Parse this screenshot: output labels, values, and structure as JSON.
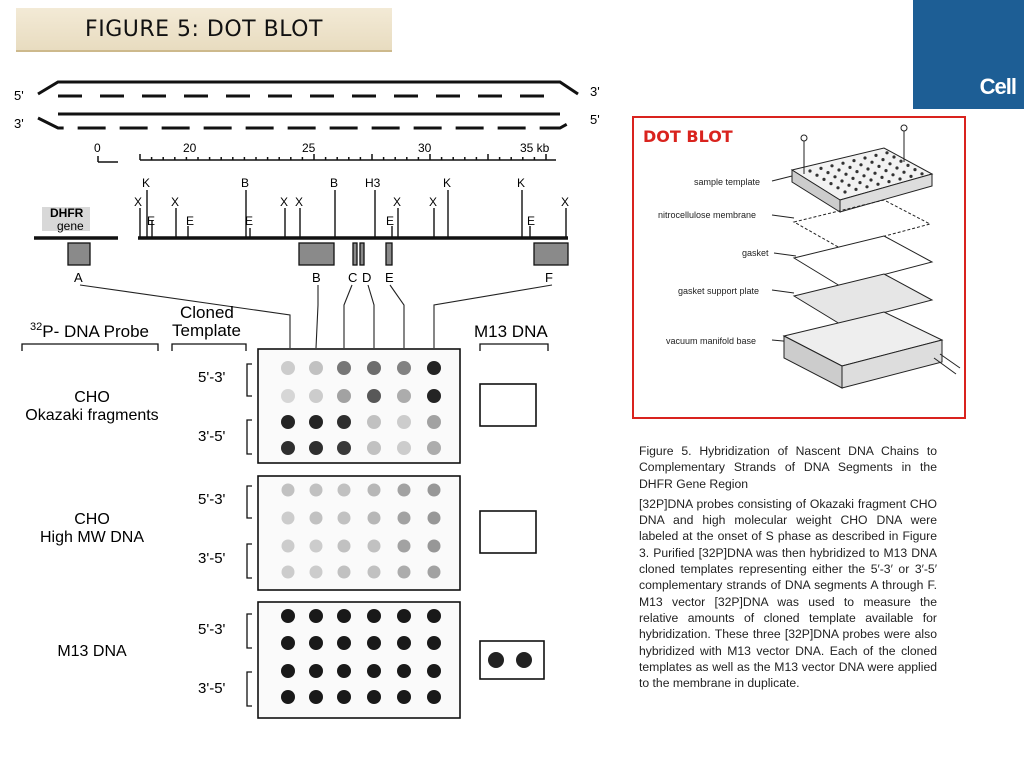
{
  "slide": {
    "title": "FIGURE 5: DOT BLOT",
    "logo_text": "Cell",
    "accent_color": "#d9231e",
    "logo_color": "#1d5e95"
  },
  "map": {
    "end5_top": "5'",
    "end3_top": "3'",
    "end3_bottom": "3'",
    "end5_bottom": "5'",
    "scale_ticks": [
      "0",
      "20",
      "25",
      "30",
      "35 kb"
    ],
    "gene_label_line1": "DHFR",
    "gene_label_line2": "gene",
    "sites": [
      {
        "label": "K"
      },
      {
        "label": "X"
      },
      {
        "label": "E"
      },
      {
        "label": "X"
      },
      {
        "label": "E"
      },
      {
        "label": "B"
      },
      {
        "label": "E"
      },
      {
        "label": "X"
      },
      {
        "label": "X"
      },
      {
        "label": "B"
      },
      {
        "label": "H3"
      },
      {
        "label": "E"
      },
      {
        "label": "X"
      },
      {
        "label": "X"
      },
      {
        "label": "K"
      },
      {
        "label": "K"
      },
      {
        "label": "E"
      },
      {
        "label": "X"
      }
    ],
    "segments": [
      "A",
      "B",
      "C",
      "D",
      "E",
      "F"
    ]
  },
  "blot": {
    "probe_header": "P- DNA Probe",
    "probe_superscript": "32",
    "template_header_line1": "Cloned",
    "template_header_line2": "Template",
    "m13_header": "M13 DNA",
    "strand_top": "5'-3'",
    "strand_bottom": "3'-5'",
    "probes": [
      {
        "line1": "CHO",
        "line2": "Okazaki fragments"
      },
      {
        "line1": "CHO",
        "line2": "High MW DNA"
      },
      {
        "line1": "M13 DNA",
        "line2": ""
      }
    ]
  },
  "dot_blot_panel": {
    "heading": "DOT BLOT",
    "labels": [
      "sample template",
      "nitrocellulose membrane",
      "gasket",
      "gasket support plate",
      "vacuum manifold base"
    ]
  },
  "caption": {
    "title": "Figure 5. Hybridization of Nascent DNA Chains to Complementary Strands of DNA Segments in the DHFR Gene Region",
    "body": "[32P]DNA probes consisting of Okazaki fragment CHO DNA and high molecular weight CHO DNA were labeled at the onset of S phase as described in Figure 3. Purified [32P]DNA was then hybridized to M13 DNA cloned templates representing either the 5′-3′ or 3′-5′ complementary strands of DNA segments A through F. M13 vector [32P]DNA was used to measure the relative amounts of cloned template available for hybridization. These three [32P]DNA probes were also hybridized with M13 vector DNA. Each of the cloned templates as well as the M13 vector DNA were applied to the membrane in duplicate."
  }
}
